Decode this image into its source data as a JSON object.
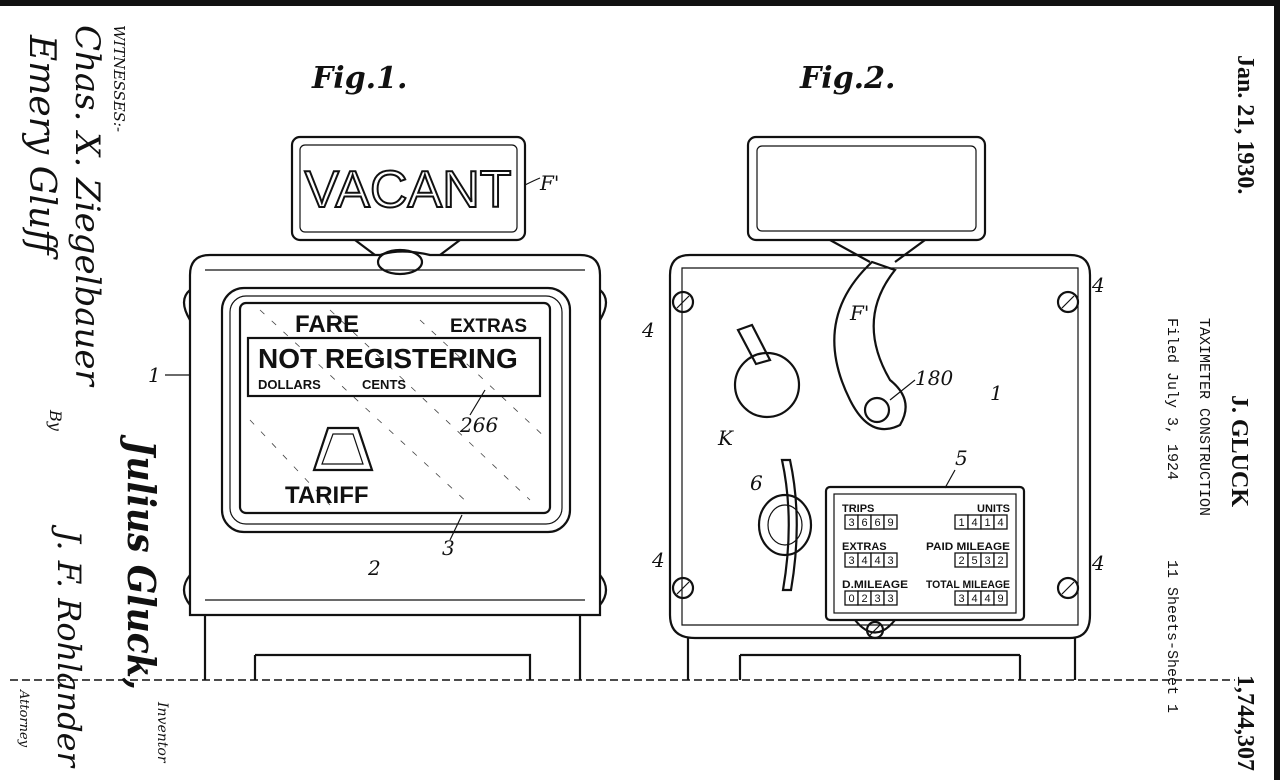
{
  "header": {
    "date": "Jan. 21, 1930.",
    "inventor_name": "J. GLUCK",
    "title": "TAXIMETER CONSTRUCTION",
    "filed": "Filed July 3, 1924",
    "patent_number": "1,744,307",
    "sheets": "11 Sheets-Sheet 1"
  },
  "witnesses": {
    "label": "WITNESSES:-",
    "signature_1": "Chas. X. Ziegelbauer",
    "signature_2": "Emery Gluff"
  },
  "inventor": {
    "name": "Julius Gluck,",
    "label": "Inventor",
    "by": "By",
    "attorney_signature": "J. F. Rohlander",
    "attorney_label": "Attorney"
  },
  "fig1": {
    "label": "Fig.1.",
    "sign_text": "VACANT",
    "sign_ref": "F'",
    "display": {
      "fare": "FARE",
      "extras": "EXTRAS",
      "status": "NOT REGISTERING",
      "dollars": "DOLLARS",
      "cents": "CENTS",
      "tariff": "TARIFF"
    },
    "refs": {
      "body": "1",
      "front": "2",
      "window": "3",
      "glass": "266"
    }
  },
  "fig2": {
    "label": "Fig.2.",
    "refs": {
      "lever": "F'",
      "pivot": "180",
      "body": "1",
      "knob": "K",
      "key": "6",
      "counter": "5",
      "screw": "4"
    },
    "counters": [
      {
        "label": "TRIPS",
        "value": "3669"
      },
      {
        "label": "UNITS",
        "value": "1414"
      },
      {
        "label": "EXTRAS",
        "value": "3443"
      },
      {
        "label": "PAID MILEAGE",
        "value": "2532"
      },
      {
        "label": "D.MILEAGE",
        "value": "0233"
      },
      {
        "label": "TOTAL MILEAGE",
        "value": "3449"
      }
    ]
  }
}
